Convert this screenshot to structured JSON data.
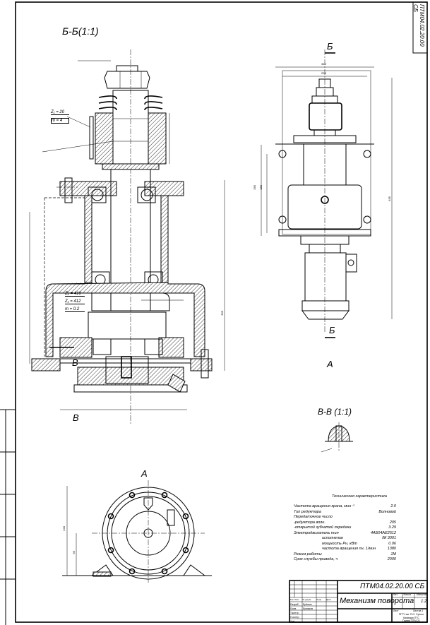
{
  "drawing": {
    "document_code": "ПТМ04.02.20.00 СБ",
    "title": "Механизм поворота",
    "scale": "1:2",
    "views": {
      "section_bb": "Б-Б(1:1)",
      "section_vv": "В-В (1:1)",
      "view_a": "А",
      "cut_mark_b": "Б",
      "cut_mark_v": "В"
    },
    "gear_labels": {
      "z1_top": "Z₁ = 20",
      "m_top": "m = 4",
      "z2": "Z₂ = 410",
      "z1_bottom": "Z₁ = 412",
      "m_bottom": "m = 0.2"
    },
    "dimensions": {
      "right_width_outer": "310",
      "right_width_inner": "228",
      "right_height_a": "260",
      "right_height_b": "180",
      "right_height_total": "635",
      "left_height_total": "335",
      "view_a_height": "240",
      "view_a_axis": "95"
    }
  },
  "tech_specs": {
    "heading": "Техническая характеристика",
    "rows": [
      {
        "label": "Частота вращения крана, мин⁻¹",
        "value": "2.0"
      },
      {
        "label": "Тип редуктора",
        "value": "Волновой"
      },
      {
        "label": "Передаточное число",
        "value": ""
      },
      {
        "label": "-редуктора волн.",
        "value": "205"
      },
      {
        "label": "-открытой зубчатой передачи",
        "value": "3.29"
      },
      {
        "label": "Электродвигатель  тип",
        "value": "4АБ04АЕ2512"
      },
      {
        "label": "исполнение",
        "value": "IM 3001",
        "indent": true
      },
      {
        "label": "мощность Рн, кВт",
        "value": "0.06",
        "indent": true
      },
      {
        "label": "частота вращения nн, 1/мин",
        "value": "1380",
        "indent": true
      },
      {
        "label": "Режим работы",
        "value": "1М"
      },
      {
        "label": "Срок службы привода, ч",
        "value": "2000"
      }
    ]
  },
  "title_block": {
    "cols": [
      "Изм",
      "Лист",
      "№ докум.",
      "Подп.",
      "Дата"
    ],
    "roles": [
      "Разраб.",
      "Пров.",
      "Т.контр.",
      "Н.контр.",
      "Утв."
    ],
    "names": [
      "Ерёмин",
      "Ермаков"
    ],
    "headers": [
      "Лит.",
      "Масса",
      "Масштаб"
    ],
    "sheet": "Лист",
    "sheets": "Листов  1",
    "org": [
      "ПГТУ им. П.О. Сухого",
      "Кафедра ПТС",
      "Группа ПТМ-21"
    ]
  }
}
